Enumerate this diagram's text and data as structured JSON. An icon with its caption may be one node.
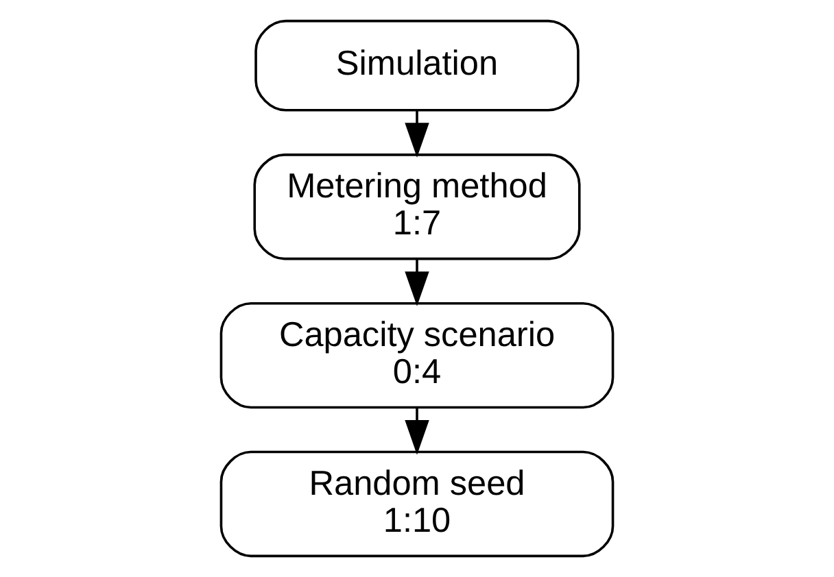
{
  "diagram": {
    "nodes": [
      {
        "text": [
          "Simulation"
        ]
      },
      {
        "text": [
          "Metering method",
          "1:7"
        ]
      },
      {
        "text": [
          "Capacity scenario",
          "0:4"
        ]
      },
      {
        "text": [
          "Random seed",
          "1:10"
        ]
      }
    ],
    "edges": [
      {
        "from": 0,
        "to": 1,
        "arrow": "to"
      },
      {
        "from": 1,
        "to": 2,
        "arrow": "to"
      },
      {
        "from": 2,
        "to": 3,
        "arrow": "to"
      }
    ]
  }
}
